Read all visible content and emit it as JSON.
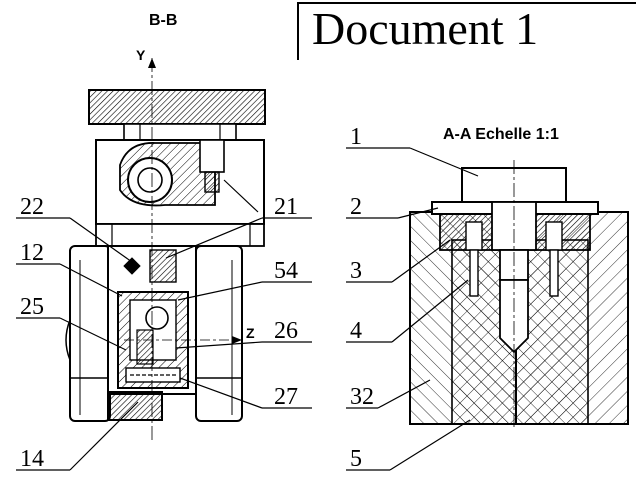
{
  "document": {
    "title": "Document 1",
    "section_left": "B-B",
    "section_right": "A-A Echelle 1:1",
    "axis_y": "Y",
    "axis_z": "Z"
  },
  "left_view": {
    "callouts": [
      "22",
      "12",
      "25",
      "14",
      "21",
      "54",
      "26",
      "27"
    ]
  },
  "right_view": {
    "callouts": [
      "1",
      "2",
      "3",
      "4",
      "32",
      "5"
    ]
  },
  "colors": {
    "ink": "#000000",
    "paper": "#ffffff"
  }
}
